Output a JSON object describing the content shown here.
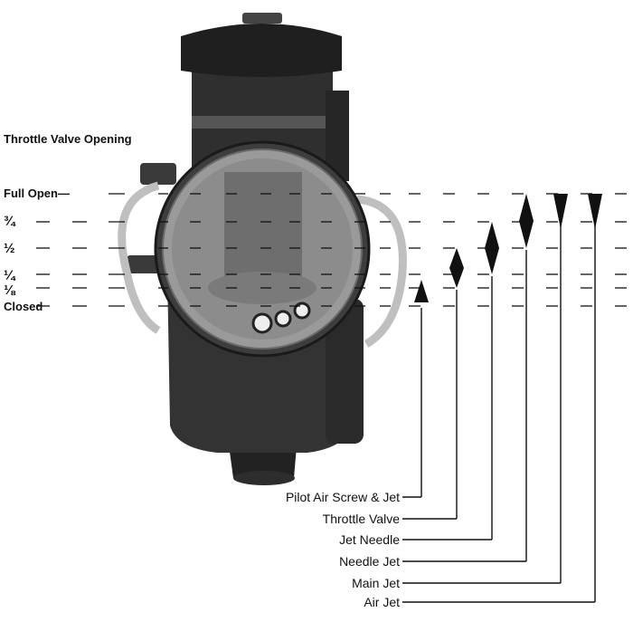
{
  "title": "Throttle Valve Opening",
  "openings": [
    {
      "label": "Full Open—"
    },
    {
      "label": "¾"
    },
    {
      "label": "½"
    },
    {
      "label": "¼"
    },
    {
      "label": "⅛"
    },
    {
      "label": "Closed"
    }
  ],
  "components": [
    {
      "name": "Pilot Air Screw & Jet",
      "range_from": "Closed",
      "range_to": "¼"
    },
    {
      "name": "Throttle Valve",
      "range_from": "⅛",
      "range_to": "½"
    },
    {
      "name": "Jet Needle",
      "range_from": "¼",
      "range_to": "¾"
    },
    {
      "name": "Needle Jet",
      "range_from": "½",
      "range_to": "Full Open"
    },
    {
      "name": "Main Jet",
      "range_from": "¾",
      "range_to": "Full Open"
    },
    {
      "name": "Air Jet",
      "range_from": "¾",
      "range_to": "Full Open"
    }
  ],
  "colors": {
    "ink": "#111111",
    "body": "#3a3a3a",
    "bore": "#8c8c8c"
  }
}
